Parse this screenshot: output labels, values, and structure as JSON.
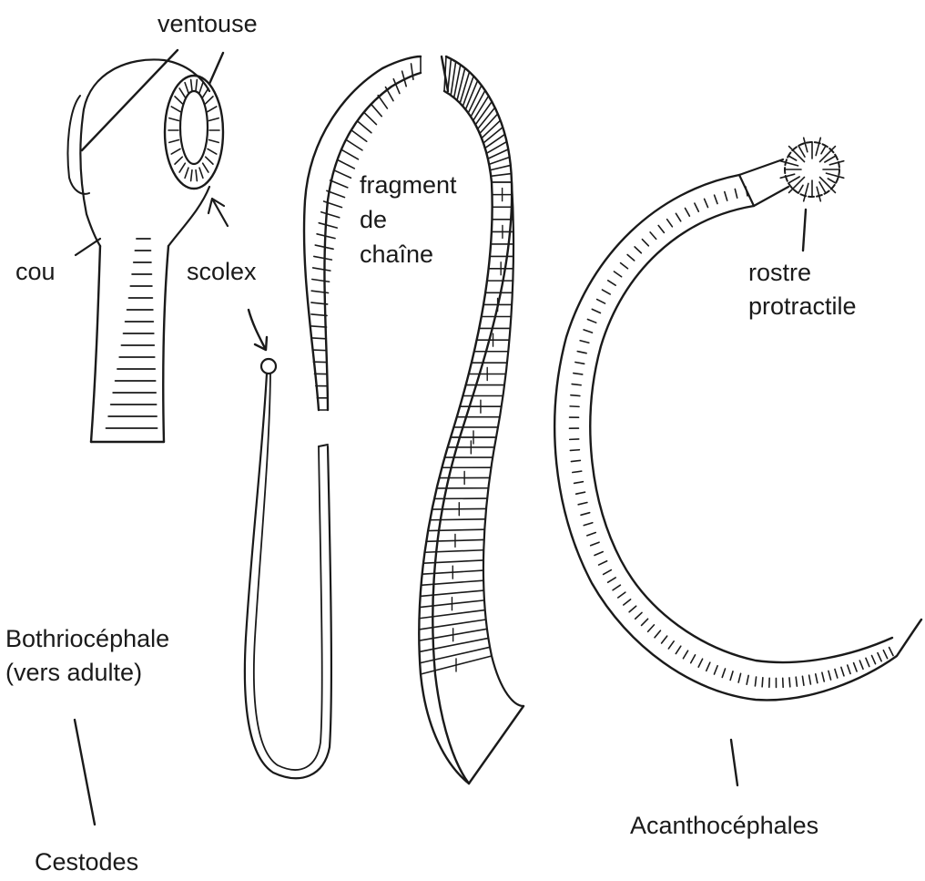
{
  "labels": {
    "ventouse": "ventouse",
    "cou": "cou",
    "scolex": "scolex",
    "fragment_l1": "fragment",
    "fragment_l2": "de",
    "fragment_l3": "chaîne",
    "rostre_l1": "rostre",
    "rostre_l2": "protractile",
    "bothrio_l1": "Bothriocéphale",
    "bothrio_l2": "(vers adulte)",
    "cestodes": "Cestodes",
    "acantho": "Acanthocéphales"
  },
  "colors": {
    "ink": "#1a1a1a",
    "background": "#ffffff"
  }
}
